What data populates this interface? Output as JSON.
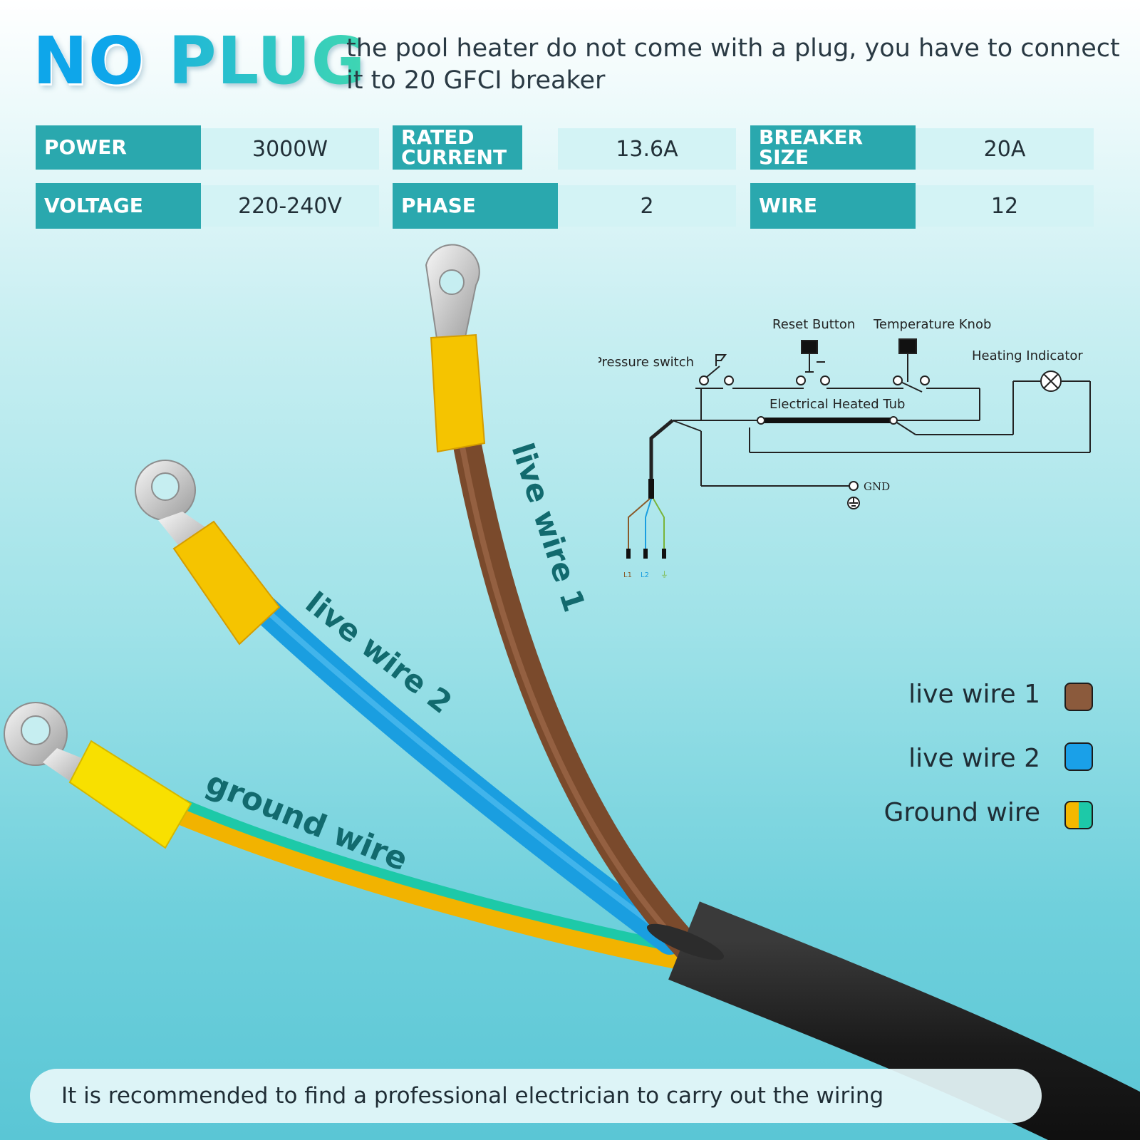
{
  "header": {
    "title_part1": "NO",
    "title_part2": "PLUG",
    "subtitle": "the pool heater do not come with a plug, you have to connect it to 20 GFCI breaker"
  },
  "specs": [
    {
      "label": "POWER",
      "value": "3000W"
    },
    {
      "label": "RATED CURRENT",
      "value": "13.6A"
    },
    {
      "label": "BREAKER SIZE",
      "value": "20A"
    },
    {
      "label": "VOLTAGE",
      "value": "220-240V"
    },
    {
      "label": "PHASE",
      "value": "2"
    },
    {
      "label": "WIRE",
      "value": "12"
    }
  ],
  "wire_labels": {
    "live1": "live wire 1",
    "live2": "live wire 2",
    "ground": "ground wire"
  },
  "schematic": {
    "pressure_switch": "Pressure switch",
    "reset_button": "Reset Button",
    "temperature_knob": "Temperature Knob",
    "heating_indicator": "Heating Indicator",
    "heated_tub": "Electrical Heated Tub",
    "gnd": "GND",
    "terminal_l1": "L1",
    "terminal_l2": "L2"
  },
  "legend": [
    {
      "label": "live wire 1",
      "color": "#8b5a3c"
    },
    {
      "label": "live wire 2",
      "color": "#1aa0e8"
    },
    {
      "label": "Ground wire",
      "color": "#f5b800",
      "color2": "#1dc9a8"
    }
  ],
  "colors": {
    "accent_teal": "#2aa8ae",
    "value_bg": "#d3f3f5",
    "title_blue": "#0ea6ea",
    "title_teal": "#3fd6b2",
    "wire_brown": "#7a4a2c",
    "wire_blue": "#1a9ee0",
    "wire_yellow": "#f5b800",
    "wire_green": "#1dc9a8",
    "cable_black": "#1e1e1e",
    "sleeve_yellow": "#f5c400"
  },
  "footer": {
    "text": "It is recommended to find a professional electrician to carry out the wiring"
  }
}
